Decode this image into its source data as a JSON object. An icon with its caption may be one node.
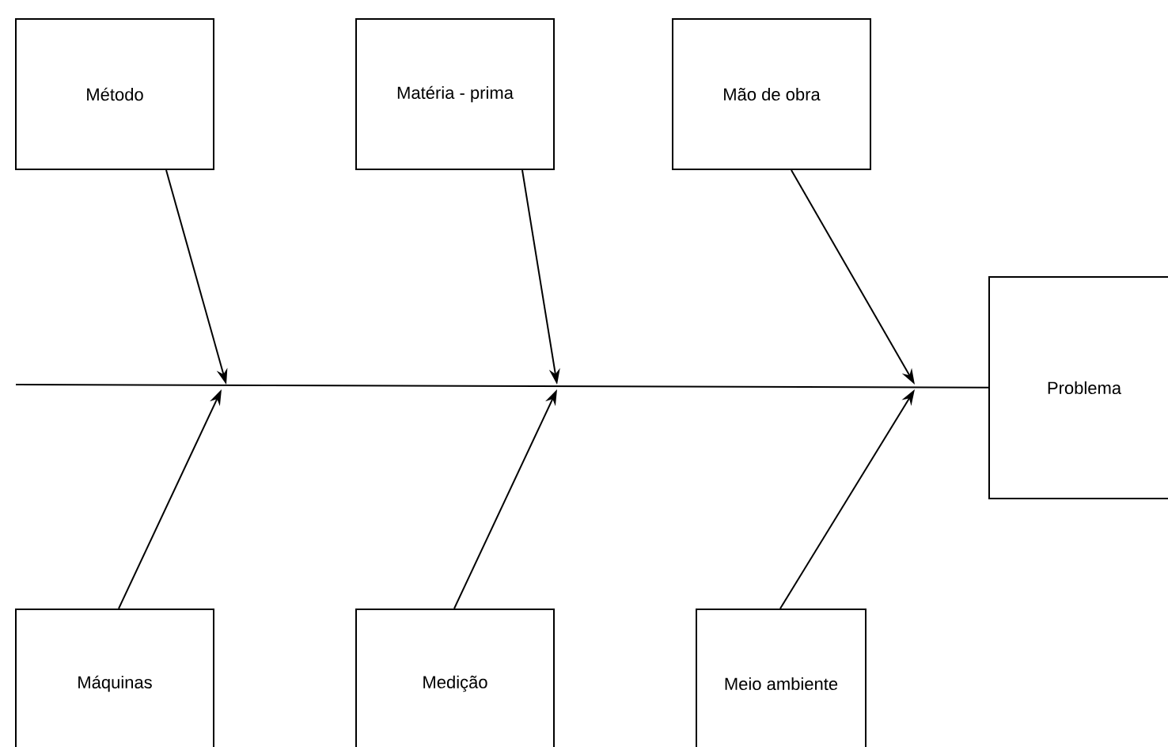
{
  "diagram": {
    "nodes": [
      {
        "text": [
          "Método"
        ]
      },
      {
        "text": [
          "Matéria - prima"
        ]
      },
      {
        "text": [
          "Mão de obra"
        ]
      },
      {
        "text": [
          "Problema"
        ]
      },
      {
        "text": [
          "Máquinas"
        ]
      },
      {
        "text": [
          "Medição"
        ]
      },
      {
        "text": [
          "Meio ambiente"
        ]
      }
    ],
    "edges": [
      {
        "from": null,
        "to": 3,
        "arrow": "none"
      },
      {
        "from": 0,
        "to": null,
        "arrow": "to"
      },
      {
        "from": 1,
        "to": null,
        "arrow": "to"
      },
      {
        "from": 2,
        "to": null,
        "arrow": "to"
      },
      {
        "from": 4,
        "to": null,
        "arrow": "to"
      },
      {
        "from": 5,
        "to": null,
        "arrow": "to"
      },
      {
        "from": 6,
        "to": null,
        "arrow": "to"
      }
    ]
  }
}
